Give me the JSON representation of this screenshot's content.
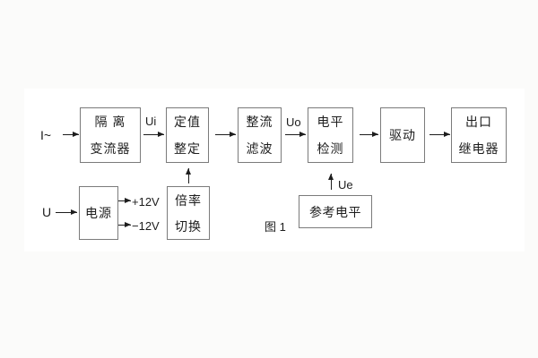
{
  "figure": {
    "caption": "图 1",
    "boxes": [
      {
        "id": "isolation-transformer",
        "lines": [
          "隔 离",
          "变流器"
        ]
      },
      {
        "id": "setting-adjust",
        "lines": [
          "定值",
          "整定"
        ]
      },
      {
        "id": "rectifier-filter",
        "lines": [
          "整流",
          "滤波"
        ]
      },
      {
        "id": "level-detector",
        "lines": [
          "电平",
          "检测"
        ]
      },
      {
        "id": "driver",
        "lines": [
          "驱动"
        ]
      },
      {
        "id": "output-relay",
        "lines": [
          "出口",
          "继电器"
        ]
      },
      {
        "id": "power-supply",
        "lines": [
          "电源"
        ]
      },
      {
        "id": "ratio-switch",
        "lines": [
          "倍率",
          "切换"
        ]
      },
      {
        "id": "reference-level",
        "lines": [
          "参考电平"
        ]
      }
    ],
    "signals": {
      "input_current": "I~",
      "ui": "Ui",
      "uo": "Uo",
      "ue": "Ue",
      "input_voltage": "U",
      "plus12": "+12V",
      "minus12": "−12V"
    },
    "colors": {
      "line": "#1d1d1d",
      "box_border": "#7b7b7b",
      "text": "#1d1d1d",
      "panel_bg": "#ffffff",
      "page_bg": "#fbfbfa"
    }
  }
}
